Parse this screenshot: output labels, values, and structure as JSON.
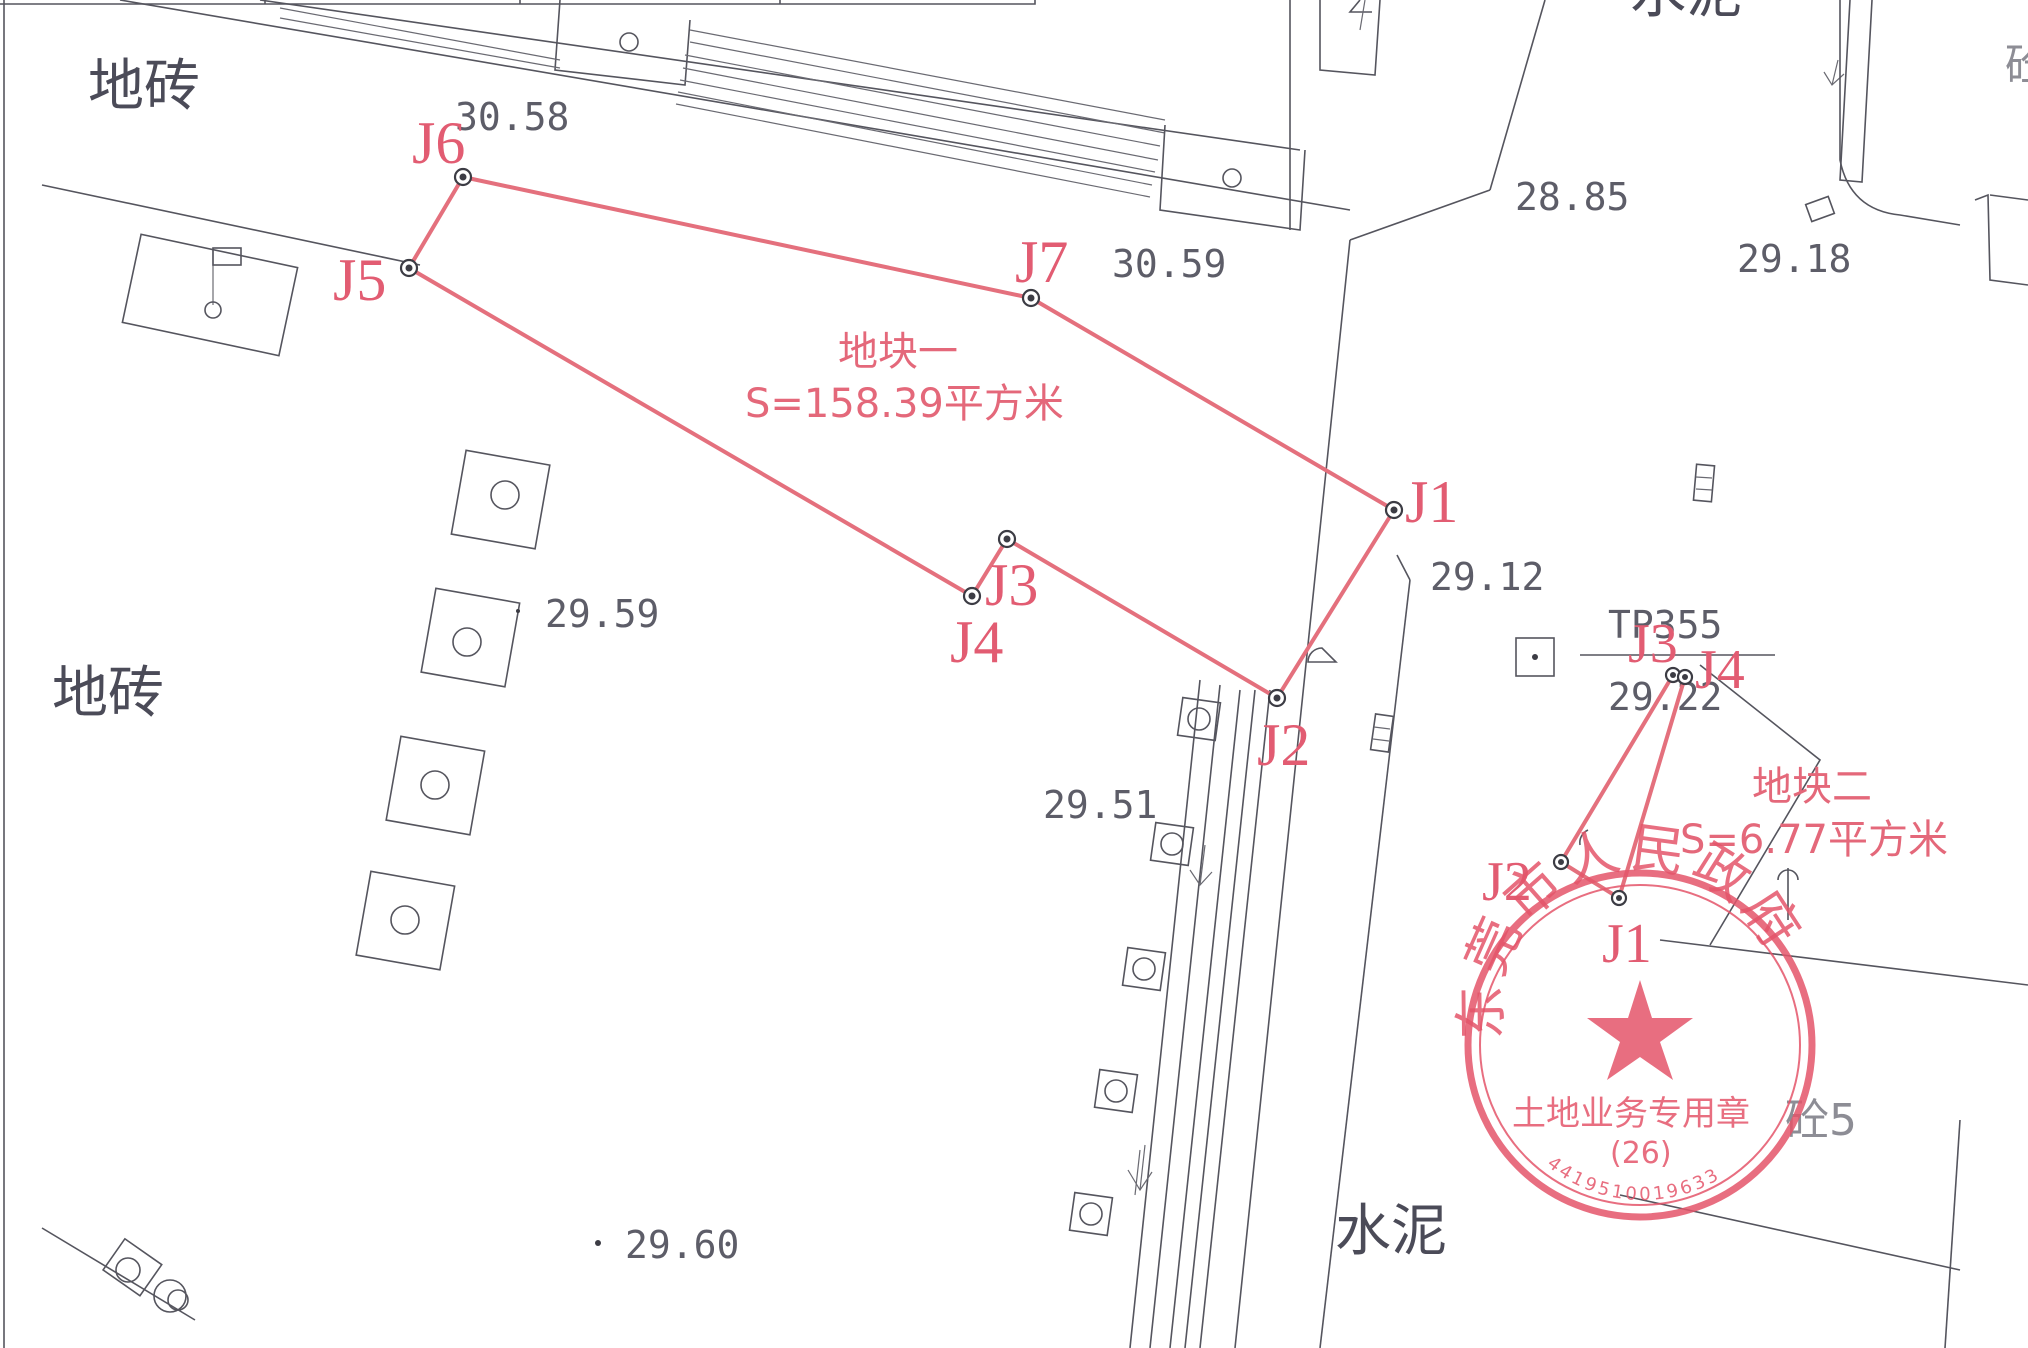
{
  "surfaces": {
    "tile_top": "地砖",
    "tile_left": "地砖",
    "concrete_bottom": "水泥",
    "concrete_top_partial": "水泥",
    "concrete_5": "砼5",
    "right_edge_partial": "砼"
  },
  "elevations": {
    "e1": "30.58",
    "e2": "30.59",
    "e3": "28.85",
    "e4": "29.18",
    "e5": "29.12",
    "e6": "29.59",
    "e7": "29.51",
    "e8": "29.60"
  },
  "station": {
    "name": "TP355",
    "elevation": "29.22"
  },
  "parcel1": {
    "name": "地块一",
    "area": "S=158.39平方米",
    "points": {
      "J1": "J1",
      "J2": "J2",
      "J3": "J3",
      "J4": "J4",
      "J5": "J5",
      "J6": "J6",
      "J7": "J7"
    }
  },
  "parcel2": {
    "name": "地块二",
    "area": "S=6.77平方米",
    "points": {
      "J1": "J1",
      "J2": "J2",
      "J3": "J3",
      "J4": "J4"
    }
  },
  "seal": {
    "issuer": "东莞市人民政府",
    "purpose": "土地业务专用章",
    "number": "(26)",
    "code": "4419510019633"
  },
  "colors": {
    "parcel_line": "#e4707d",
    "label": "#e25c72",
    "seal": "#e4556a",
    "basemap": "#55555e"
  }
}
